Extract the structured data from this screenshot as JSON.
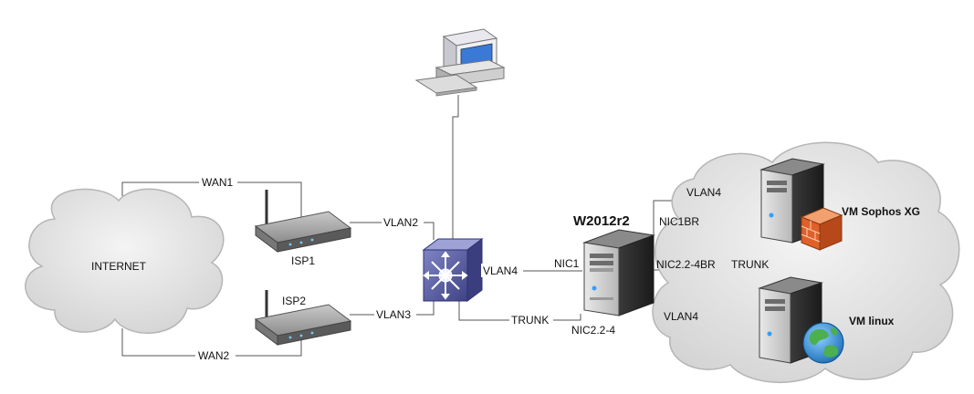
{
  "clouds": {
    "internet_label": "INTERNET"
  },
  "devices": {
    "isp1_label": "ISP1",
    "isp2_label": "ISP2",
    "host_label": "W2012r2",
    "vm_sophos_label": "VM Sophos XG",
    "vm_linux_label": "VM linux"
  },
  "links": {
    "wan1": "WAN1",
    "wan2": "WAN2",
    "vlan2": "VLAN2",
    "vlan3": "VLAN3",
    "vlan4_switch": "VLAN4",
    "trunk_switch": "TRUNK",
    "nic1": "NIC1",
    "nic22_4": "NIC2.2-4",
    "nic1br": "NIC1BR",
    "nic22_4br": "NIC2.2-4BR",
    "vlan4_sophos": "VLAN4",
    "trunk_sophos": "TRUNK",
    "vlan4_linux": "VLAN4"
  },
  "colors": {
    "cloud_fill": "#dcdcdc",
    "cloud_stroke": "#b5b5b5",
    "switch_fill": "#5b5f9c",
    "server_body": "#2c2c2c",
    "firewall": "#e0602a",
    "globe": "#2d8fd6"
  },
  "icons": {
    "internet": "cloud-icon",
    "router": "router-icon",
    "switch": "layer3-switch-icon",
    "workstation": "computer-icon",
    "server": "server-icon",
    "firewall": "firewall-icon",
    "globe": "globe-icon"
  }
}
